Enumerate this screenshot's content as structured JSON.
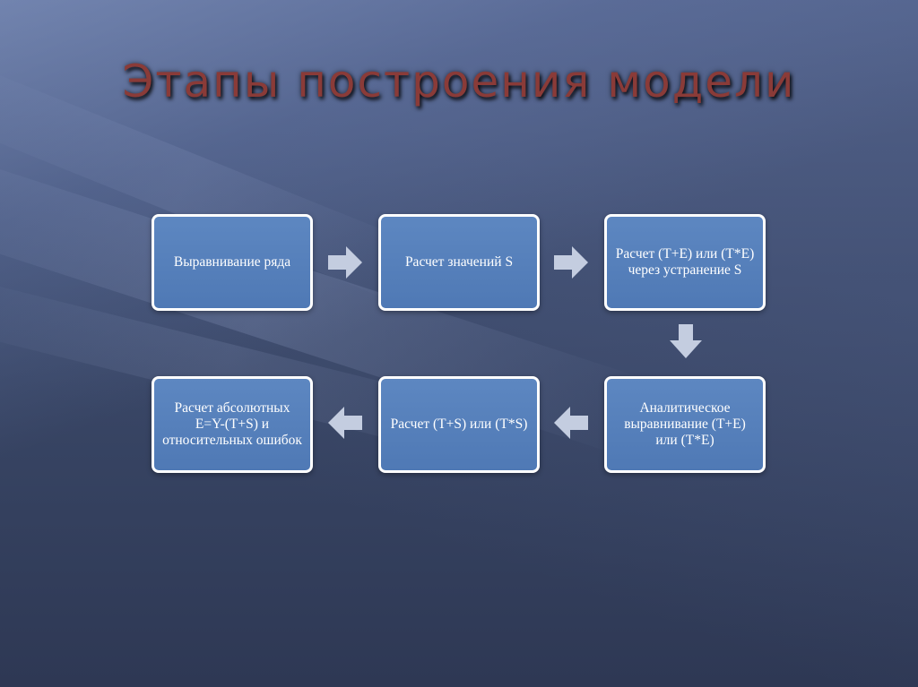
{
  "slide": {
    "title": "Этапы построения модели"
  },
  "diagram": {
    "nodes": [
      {
        "label": "Выравнивание ряда"
      },
      {
        "label": "Расчет значений S"
      },
      {
        "label": "Расчет  (T+E) или (T*E) через устранение S"
      },
      {
        "label": "Аналитическое выравнивание (T+E) или (T*E)"
      },
      {
        "label": "Расчет (T+S) или (T*S)"
      },
      {
        "label": "Расчет абсолютных E=Y-(T+S) и относительных ошибок"
      }
    ],
    "arrows": [
      {
        "icon": "arrow-right-icon"
      },
      {
        "icon": "arrow-right-icon"
      },
      {
        "icon": "arrow-down-icon"
      },
      {
        "icon": "arrow-left-icon"
      },
      {
        "icon": "arrow-left-icon"
      }
    ],
    "colors": {
      "node_fill": "#5480bb",
      "node_border": "#ffffff",
      "arrow_fill": "#c4cde0",
      "title": "#8a3b38"
    }
  }
}
